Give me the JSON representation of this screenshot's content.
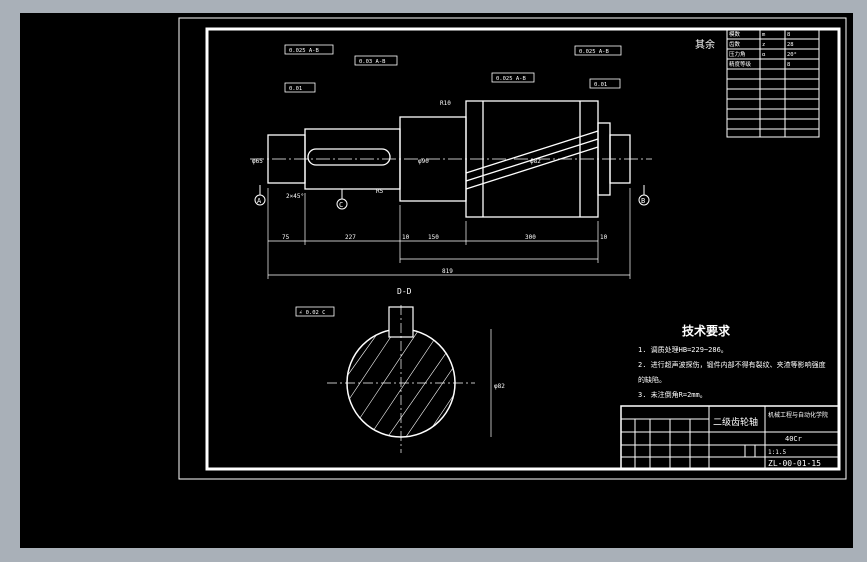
{
  "drawing": {
    "stamp": "其余",
    "section_label": "D-D",
    "section_note": "∠ 0.02 C",
    "section_dia": "φ82",
    "datums": [
      "A",
      "C",
      "B"
    ],
    "tolerance_frames": [
      "0.025 A-B",
      "0.03 A-B",
      "0.025 A-B",
      "0.025 A-B",
      "0.01",
      "0.01"
    ],
    "dims_bottom": [
      "75",
      "227",
      "10",
      "150",
      "300",
      "10"
    ],
    "dims_overall": "819",
    "dims_misc": [
      "φ65",
      "φ90",
      "φ82",
      "R10",
      "R5",
      "2×45°"
    ]
  },
  "tech": {
    "title": "技术要求",
    "lines": [
      "1. 调质处理HB=229~286。",
      "2. 进行超声波探伤，锻件内部不得有裂纹、夹渣等影响强度",
      "的缺陷。",
      "3. 未注倒角R=2mm。"
    ]
  },
  "title_block": {
    "part_name": "二级齿轮轴",
    "org": "机械工程与自动化学院",
    "material": "40Cr",
    "drawing_no": "ZL-00-01-15",
    "scale": "1:1.5"
  },
  "params": {
    "rows": [
      [
        "模数",
        "m",
        "8"
      ],
      [
        "齿数",
        "z",
        "28"
      ],
      [
        "压力角",
        "α",
        "20°"
      ],
      [
        "精度等级",
        "",
        "8"
      ]
    ]
  },
  "colors": {
    "background": "#000000",
    "lines": "#ffffff",
    "frame_bg": "#a9b0b8"
  }
}
